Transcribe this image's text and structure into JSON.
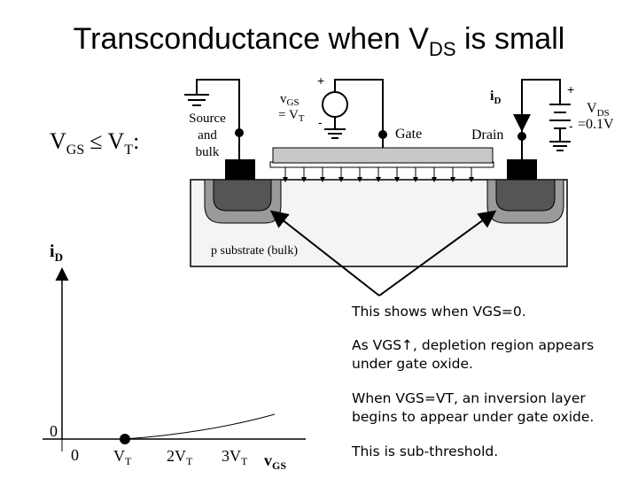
{
  "title": {
    "main": "Transconductance when V",
    "sub": "DS",
    "tail": " is small"
  },
  "condition": {
    "lhs": "V",
    "lhs_sub": "GS",
    "op": "≤",
    "rhs": "V",
    "rhs_sub": "T",
    "colon": ":"
  },
  "mosfet": {
    "source_label_1": "Source",
    "source_label_2": "and",
    "source_label_3": "bulk",
    "vgs_label_v": "v",
    "vgs_label_sub": "GS",
    "vgs_label_eq": "= V",
    "vgs_label_t": "T",
    "gate_label": "Gate",
    "drain_label": "Drain",
    "id_label": "i",
    "id_sub": "D",
    "vds_label": "V",
    "vds_sub": "DS",
    "vds_value": "=0.1V",
    "plus": "+",
    "minus": "-",
    "substrate_label": "p substrate (bulk)"
  },
  "graph": {
    "y_label": "i",
    "y_sub": "D",
    "y_zero": "0",
    "x_zero": "0",
    "x_vt": "V",
    "x_vt_sub": "T",
    "x_2vt": "2V",
    "x_2vt_sub": "T",
    "x_3vt": "3V",
    "x_3vt_sub": "T",
    "x_label": "v",
    "x_sub": "GS"
  },
  "notes": [
    "This shows when VGS=0.",
    "As VGS↑, depletion region appears under gate oxide.",
    "When VGS=VT, an inversion layer begins to appear under gate oxide.",
    "This is sub-threshold."
  ],
  "colors": {
    "substrate": "#f4f4f4",
    "gate": "#c8c8c8",
    "well_dark": "#555555",
    "well_light": "#999999",
    "text": "#000000"
  }
}
